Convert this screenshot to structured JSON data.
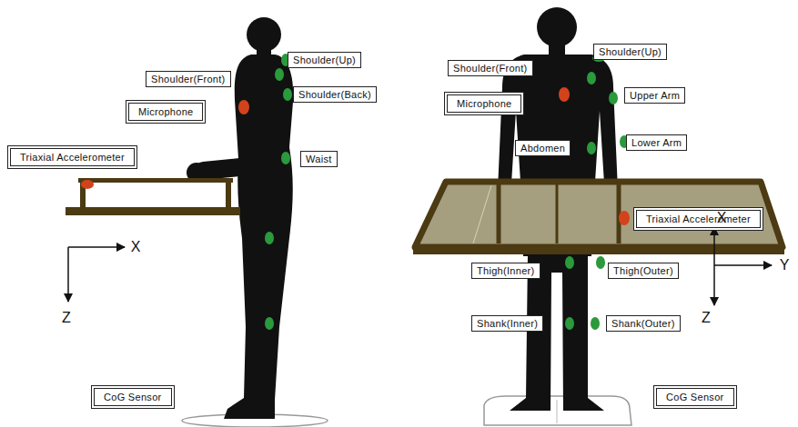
{
  "diagram": {
    "nodes": [
      {
        "text": [
          "Shoulder(Front)"
        ]
      },
      {
        "text": [
          "Shoulder(Up)"
        ]
      },
      {
        "text": [
          "Shoulder(Back)"
        ]
      },
      {
        "text": [
          "Microphone"
        ]
      },
      {
        "text": [
          "Triaxial Accelerometer"
        ]
      },
      {
        "text": [
          "Waist"
        ]
      },
      {
        "text": [
          "CoG Sensor"
        ]
      },
      {
        "text": [
          "Shoulder(Up)"
        ]
      },
      {
        "text": [
          "Shoulder(Front)"
        ]
      },
      {
        "text": [
          "Microphone"
        ]
      },
      {
        "text": [
          "Upper Arm"
        ]
      },
      {
        "text": [
          "Abdomen"
        ]
      },
      {
        "text": [
          "Lower Arm"
        ]
      },
      {
        "text": [
          "Triaxial Accelerometer"
        ]
      },
      {
        "text": [
          "Thigh(Inner)"
        ]
      },
      {
        "text": [
          "Thigh(Outer)"
        ]
      },
      {
        "text": [
          "Shank(Inner)"
        ]
      },
      {
        "text": [
          "Shank(Outer)"
        ]
      },
      {
        "text": [
          "CoG Sensor"
        ]
      }
    ],
    "labels": [
      "X",
      "Z",
      "X",
      "Y",
      "Z"
    ]
  }
}
